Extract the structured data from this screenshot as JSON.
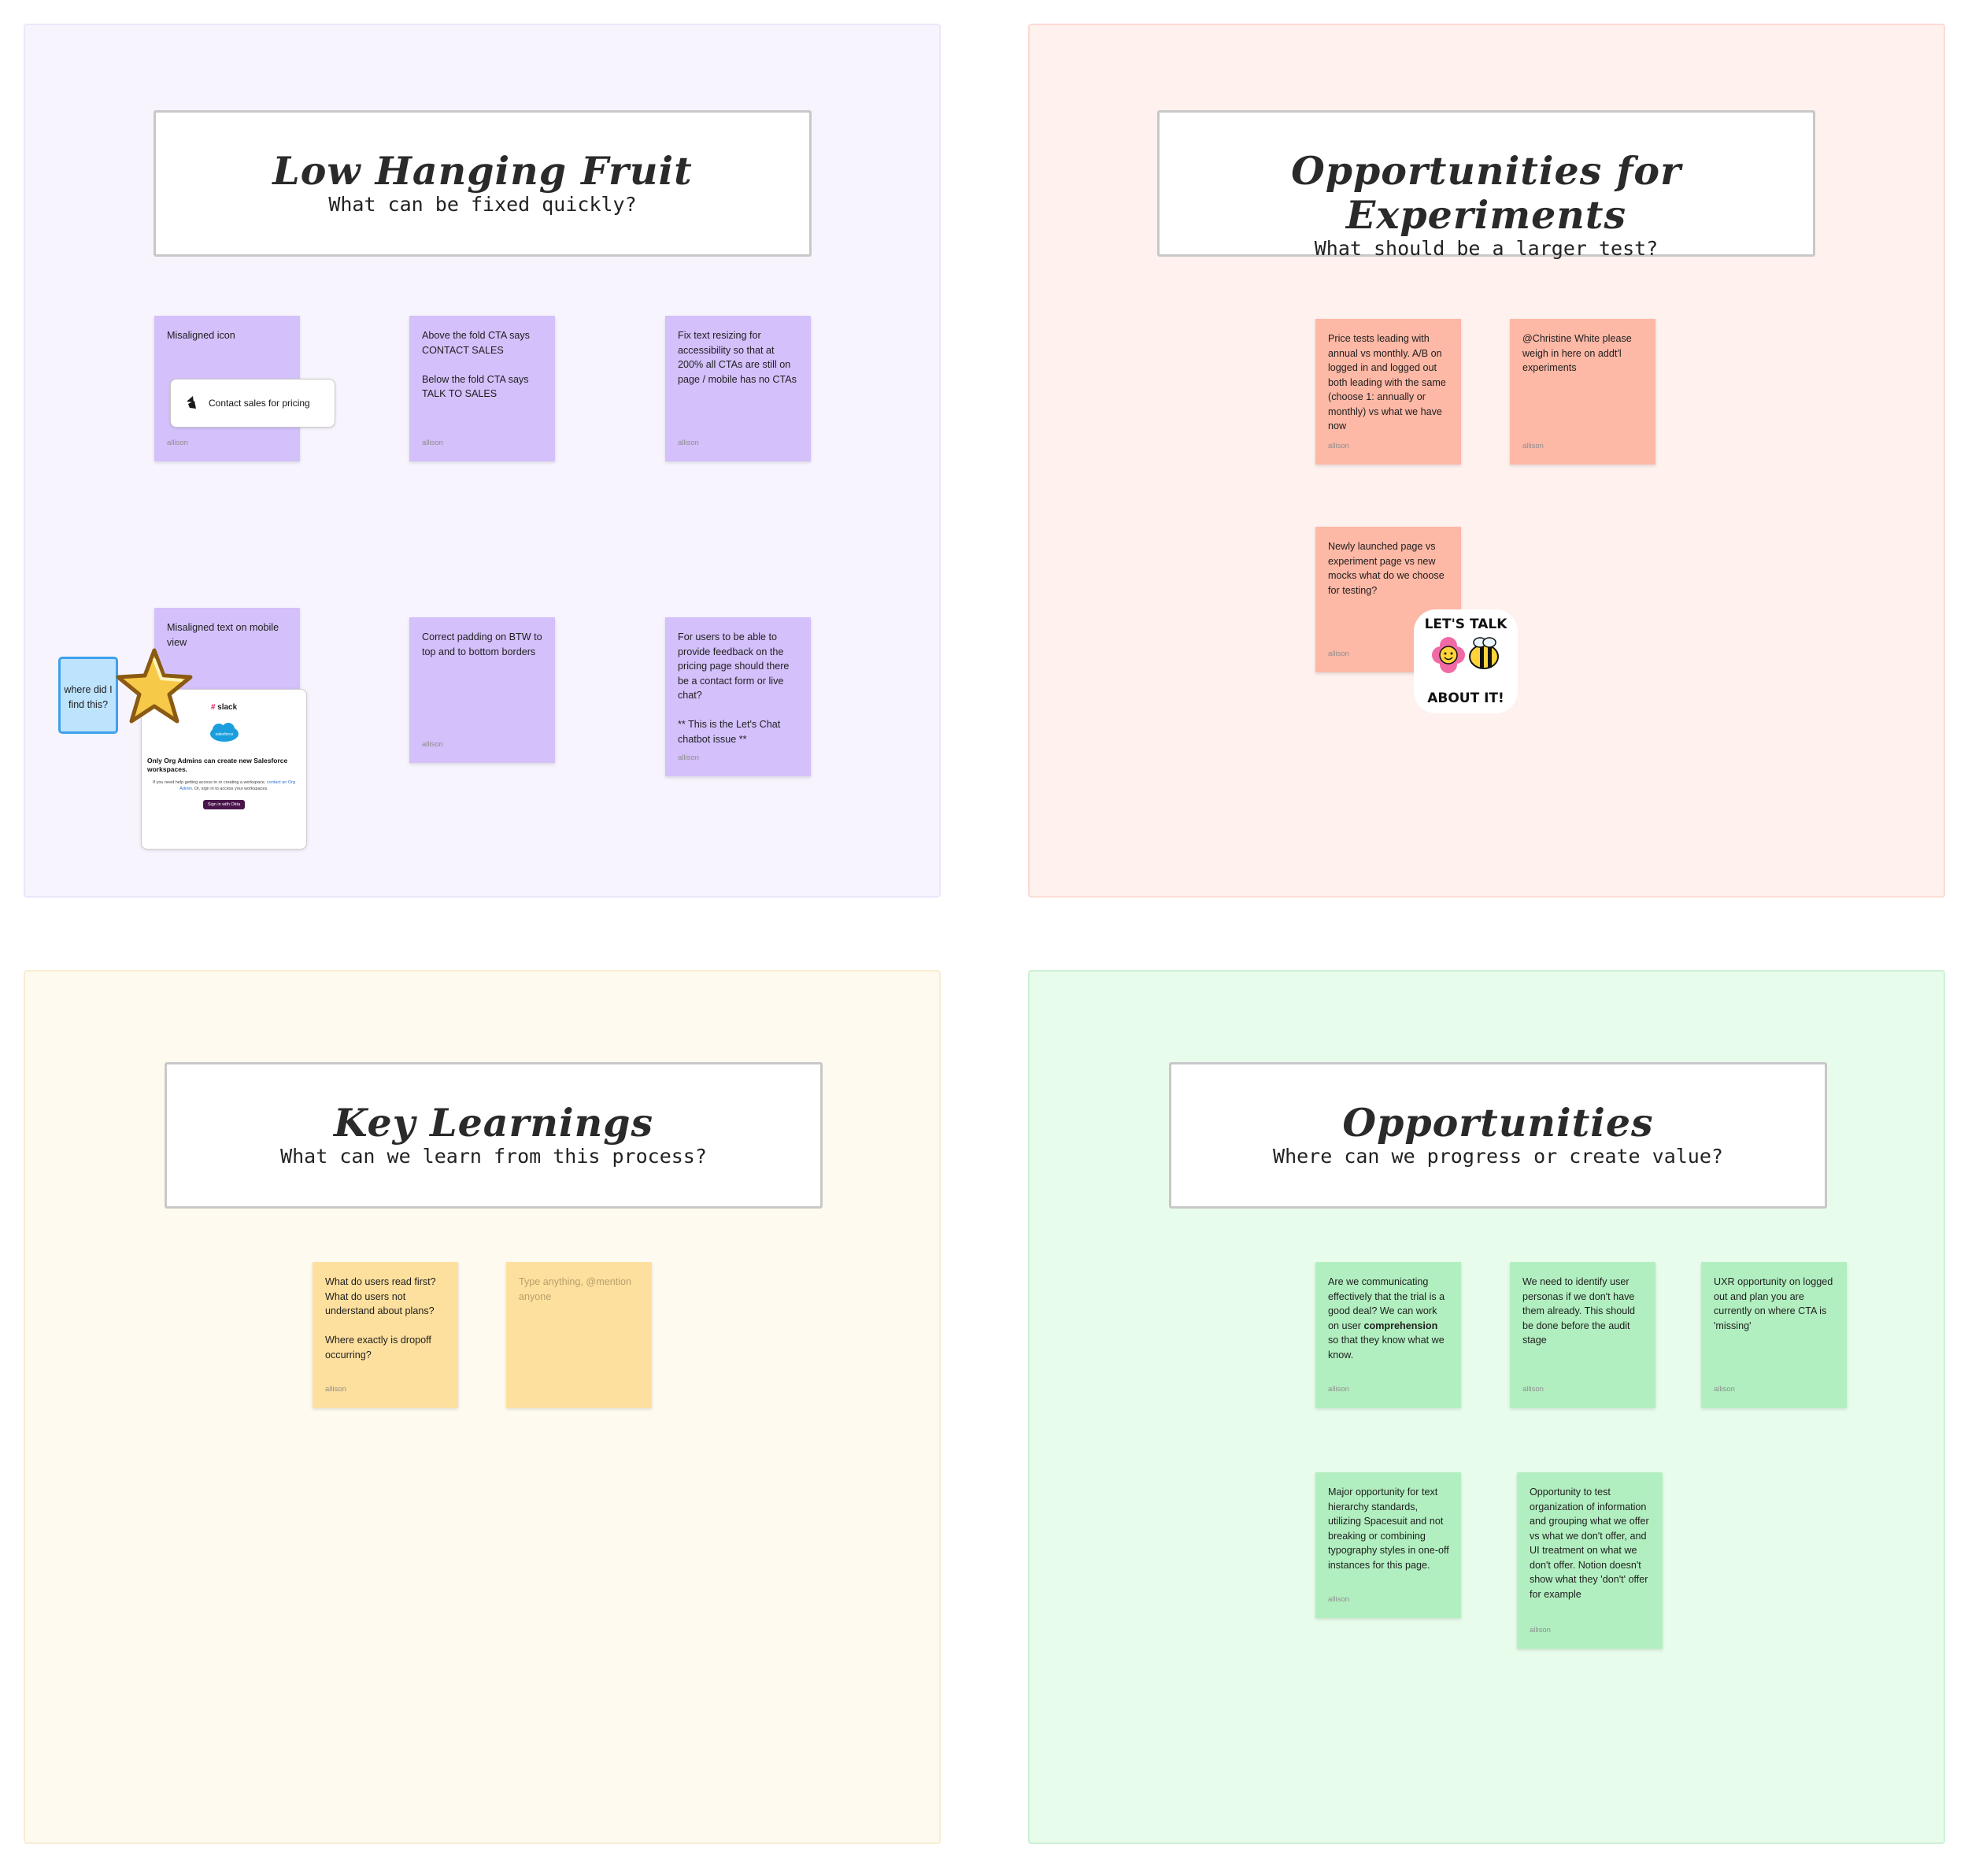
{
  "sections": {
    "low_hanging_fruit": {
      "title": "Low Hanging Fruit",
      "subtitle": "What can be fixed quickly?",
      "notes": [
        {
          "text": "Misaligned icon",
          "author": "allison"
        },
        {
          "text": "Above the fold CTA says CONTACT SALES\n\nBelow the fold CTA says TALK TO SALES",
          "author": "allison"
        },
        {
          "text": "Fix text resizing for accessibility so that at 200% all CTAs are still on page / mobile has no CTAs",
          "author": "allison"
        },
        {
          "text": "Misaligned text on mobile view",
          "author": ""
        },
        {
          "text": "Correct padding on BTW to top and to bottom borders",
          "author": "allison"
        },
        {
          "text": "For users to be able to provide feedback on the pricing page should there be a contact form or live chat?\n\n** This is the Let's Chat chatbot issue **",
          "author": "allison"
        }
      ],
      "contact_button_label": "Contact sales for pricing",
      "blue_note": "where did I find this?",
      "slack_card": {
        "brand": "slack",
        "sf_label": "salesforce",
        "heading": "Only Org Admins can create new Salesforce workspaces.",
        "body_pre": "If you need help getting access to or creating a workspace,",
        "body_link": "contact an Org Admin.",
        "body_post": "Or, sign in to access your workspaces.",
        "button": "Sign in with Okta"
      },
      "star_icon": "star-icon"
    },
    "experiments": {
      "title": "Opportunities for Experiments",
      "subtitle": "What should be a larger test?",
      "notes": [
        {
          "text": "Price tests leading with annual vs monthly. A/B on logged in and logged out both leading with the same (choose 1: annually or monthly) vs what we have now",
          "author": "allison"
        },
        {
          "text": "@Christine White please weigh in here on addt'l experiments",
          "author": "allison"
        },
        {
          "text": "Newly launched page vs experiment page vs new mocks what do we choose for testing?",
          "author": "allison"
        }
      ],
      "sticker": {
        "top": "LET'S TALK",
        "bottom": "ABOUT IT!"
      }
    },
    "key_learnings": {
      "title": "Key Learnings",
      "subtitle": "What can we learn from this process?",
      "notes": [
        {
          "text": "What do users read first? What do users not understand about plans?\n\nWhere exactly is dropoff occurring?",
          "author": "allison"
        }
      ],
      "placeholder": "Type anything, @mention anyone"
    },
    "opportunities": {
      "title": "Opportunities",
      "subtitle": "Where can we progress or create value?",
      "notes": [
        {
          "text_pre": "Are we communicating effectively that the trial is a good deal? We can work on user ",
          "text_bold": "comprehension",
          "text_post": " so that they know what we know.",
          "author": "allison"
        },
        {
          "text": "We need to identify user personas if we don't have them already. This should be done before the audit stage",
          "author": "allison"
        },
        {
          "text": "UXR opportunity on logged out and plan you are currently on where CTA is 'missing'",
          "author": "allison"
        },
        {
          "text": "Major opportunity for text hierarchy standards, utilizing Spacesuit and not breaking or combining typography styles in one-off instances for this page.",
          "author": "allison"
        },
        {
          "text": "Opportunity to test organization of information and grouping what we offer vs what we don't offer, and UI treatment on what we don't offer. Notion doesn't show what they 'don't' offer for example",
          "author": "allison"
        }
      ]
    }
  },
  "colors": {
    "purple_note": "#d4c0fb",
    "salmon_note": "#fdb8a6",
    "yellow_note": "#fde09e",
    "green_note": "#b2efc0",
    "blue_note": "#bde3fd"
  }
}
